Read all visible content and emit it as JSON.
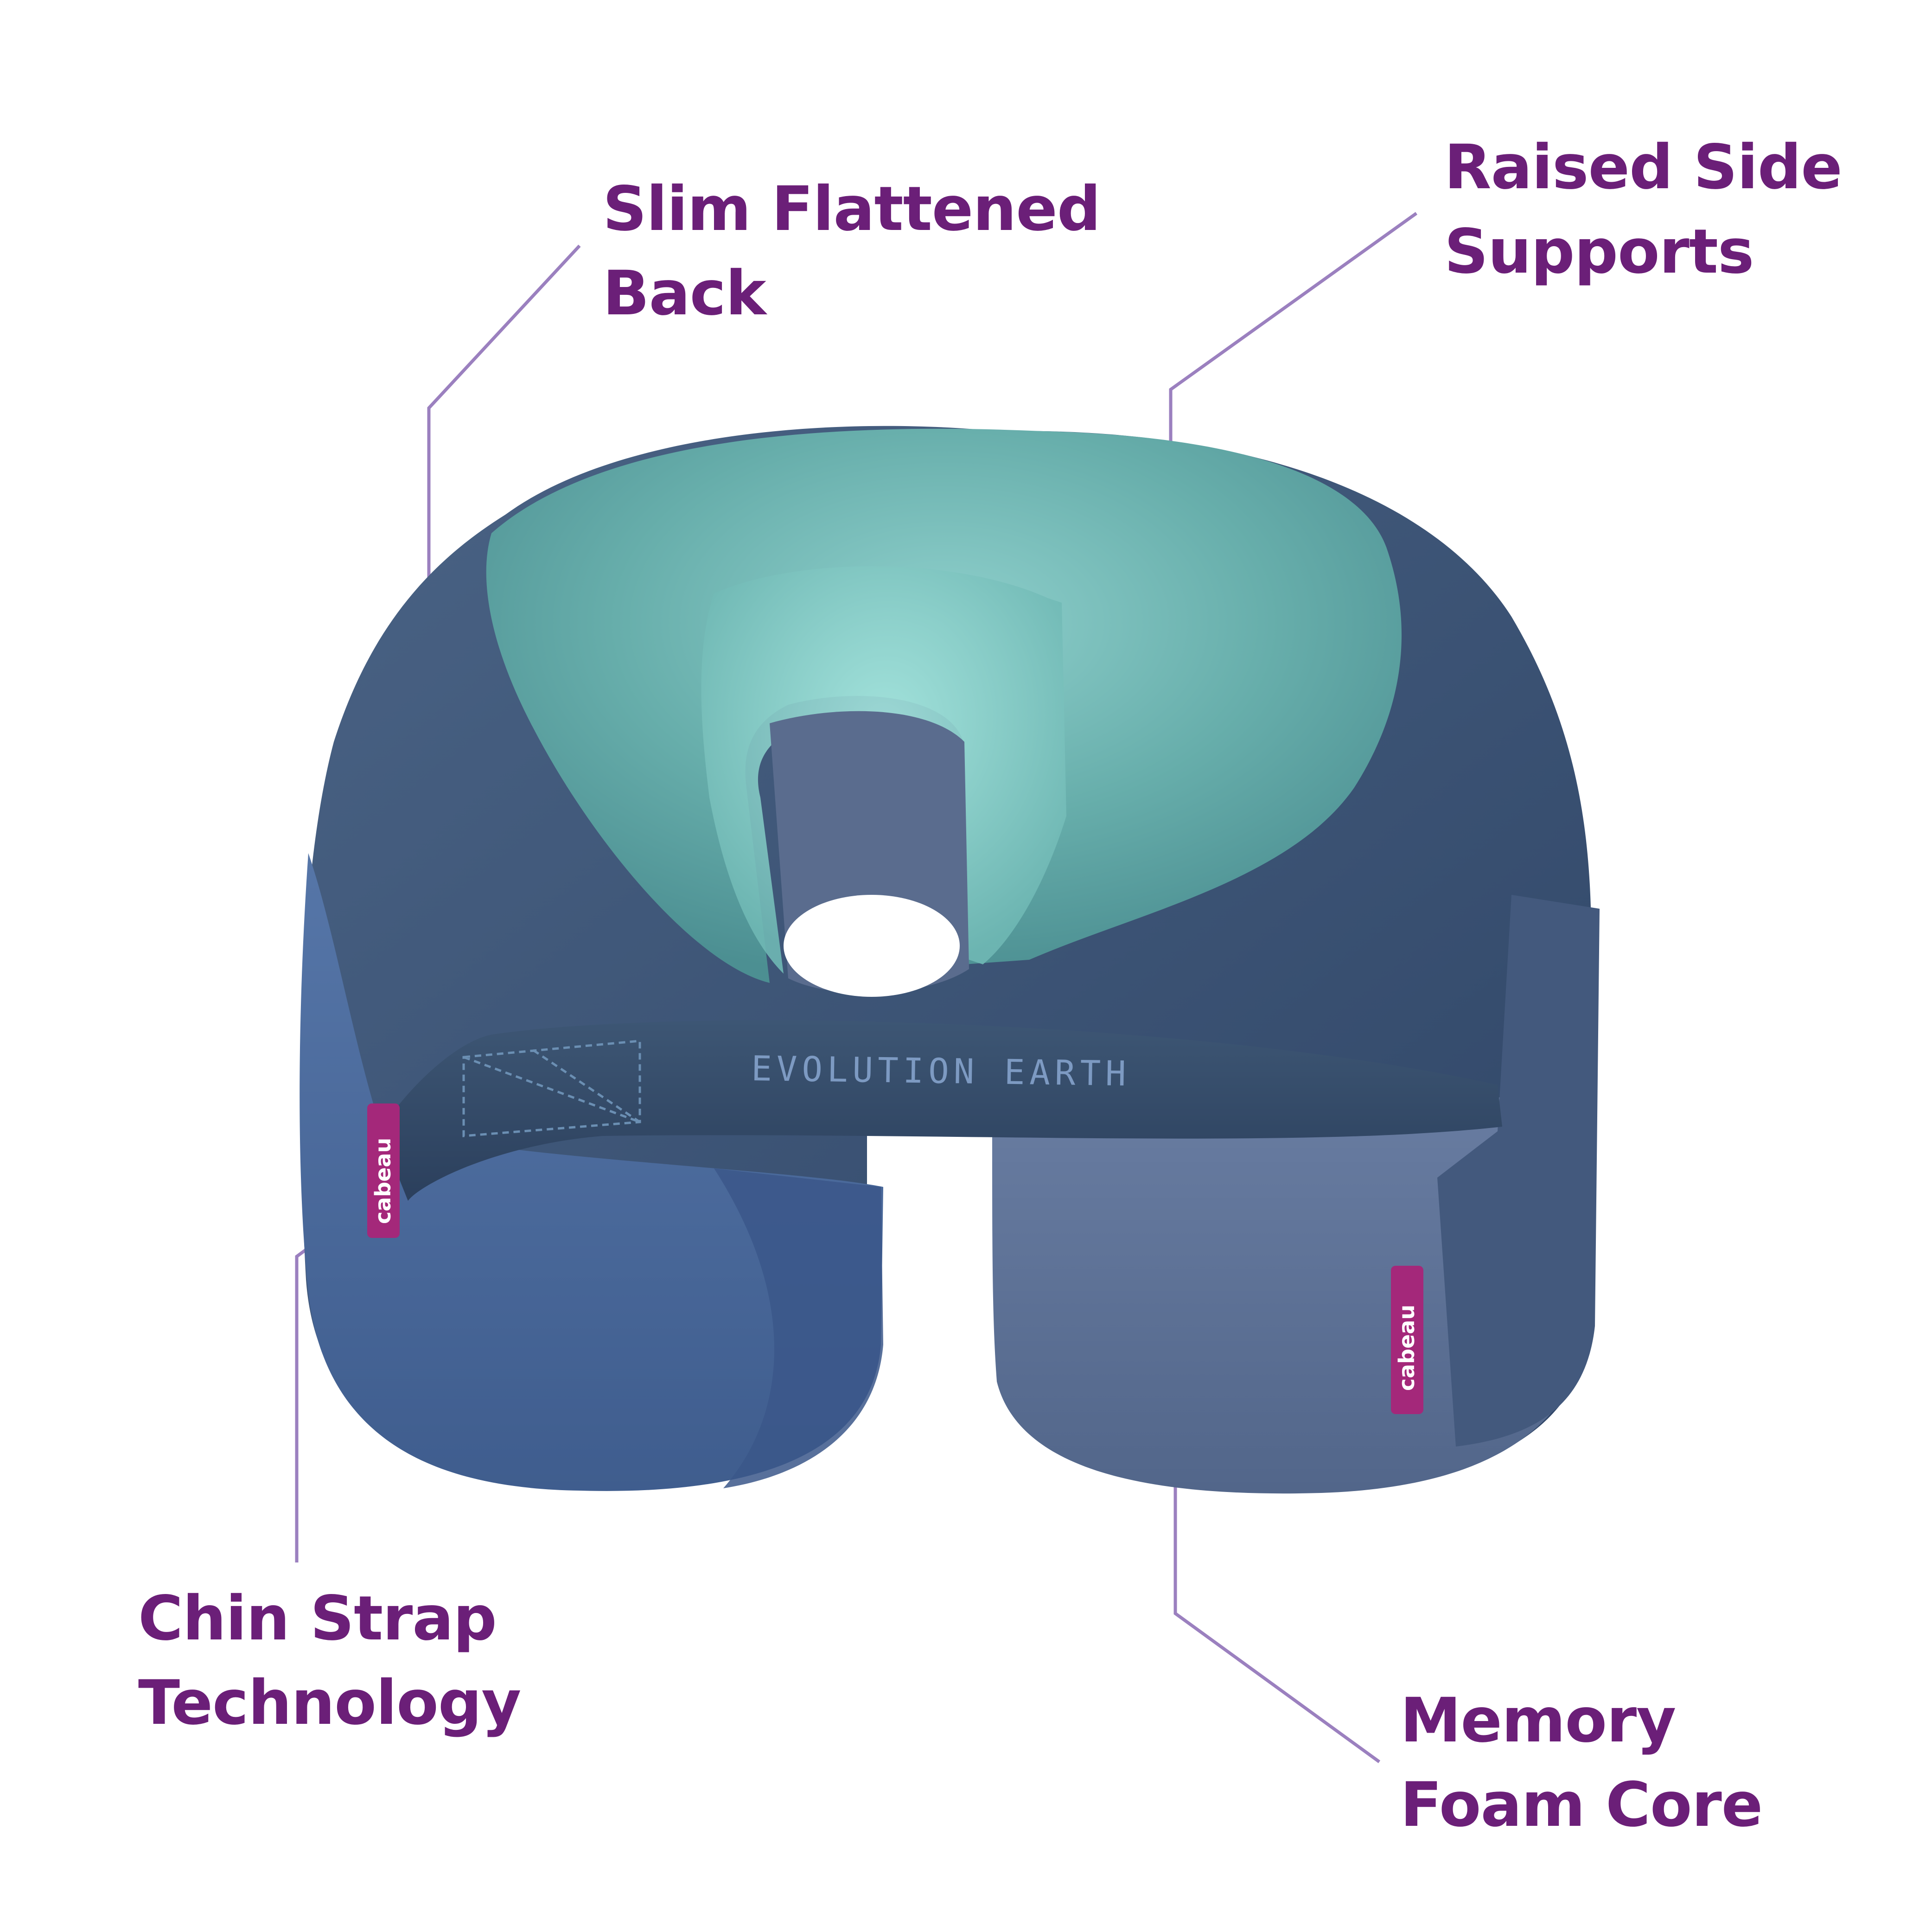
{
  "callouts": {
    "slim_back": {
      "line1": "Slim Flattened",
      "line2": "Back"
    },
    "raised_side": {
      "line1": "Raised Side",
      "line2": "Supports"
    },
    "chin_strap": {
      "line1": "Chin Strap",
      "line2": "Technology"
    },
    "memory_foam": {
      "line1": "Memory",
      "line2": "Foam Core"
    }
  },
  "strap_text": "EVOLUTION EARTH",
  "tag_text": "cabeau",
  "colors": {
    "label_text": "#6b1f78",
    "leader_line": "#9b80bf",
    "teal_velvet": "#5ea6a6",
    "navy_velvet": "#3c5677",
    "blue_velvet": "#4d6d9f",
    "slate_velvet": "#5a6f92",
    "tag_magenta": "#a4287a"
  }
}
